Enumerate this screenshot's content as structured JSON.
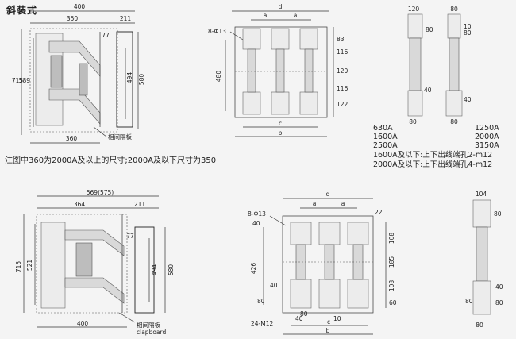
{
  "header": {
    "title": "斜装式"
  },
  "note": {
    "text": "注图中360为2000A及以上的尺寸;2000A及以下尺寸为350"
  },
  "top_left": {
    "dims": [
      "400",
      "350",
      "211",
      "77",
      "715",
      "589",
      "494",
      "580",
      "360"
    ],
    "label_partition": "相间隔板"
  },
  "top_middle": {
    "dims": [
      "d",
      "a",
      "a",
      "8-Φ13",
      "83",
      "116",
      "480",
      "120",
      "116",
      "122",
      "c",
      "b"
    ]
  },
  "top_right": {
    "dims": [
      "120",
      "80",
      "80",
      "40",
      "80",
      "40",
      "80",
      "10",
      "80"
    ],
    "ratings_left": [
      "630A",
      "1600A",
      "2500A"
    ],
    "ratings_right": [
      "1250A",
      "2000A",
      "3150A"
    ],
    "line1": "1600A及以下:上下出线端孔2-m12",
    "line2": "2000A及以下:上下出线端孔4-m12"
  },
  "bottom_left": {
    "dims": [
      "569(575)",
      "364",
      "211",
      "77",
      "715",
      "521",
      "494",
      "580",
      "400"
    ],
    "label_partition": "相间隔板",
    "label_en": "clapboard"
  },
  "bottom_middle": {
    "dims": [
      "d",
      "a",
      "a",
      "8-Φ13",
      "22",
      "40",
      "108",
      "185",
      "426",
      "108",
      "40",
      "60",
      "80",
      "40",
      "80",
      "24-M12",
      "c",
      "b",
      "10"
    ]
  },
  "bottom_right": {
    "dims": [
      "104",
      "80",
      "80",
      "40",
      "80",
      "80"
    ]
  }
}
